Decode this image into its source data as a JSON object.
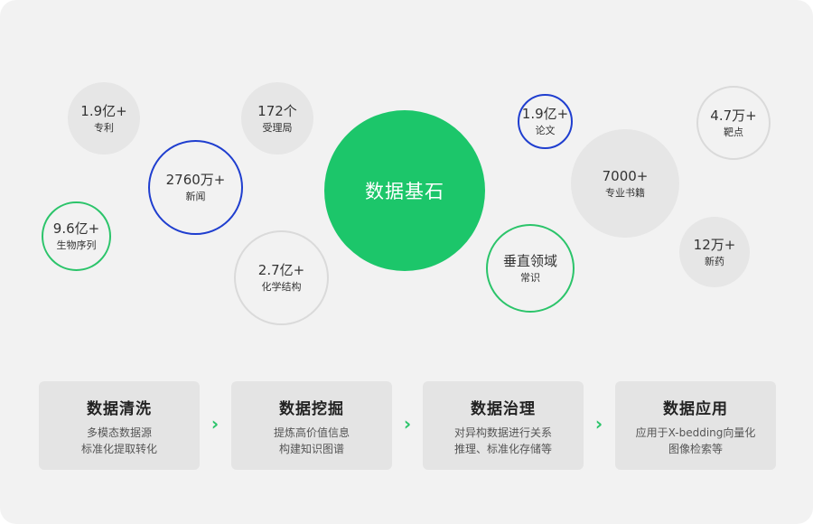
{
  "colors": {
    "green": "#1cc66a",
    "blue": "#1f3ecf",
    "panel": "#f2f2f2",
    "card": "#e4e4e4"
  },
  "core": {
    "label": "数据基石"
  },
  "bubbles": [
    {
      "id": "patent",
      "value": "1.9亿+",
      "label": "专利"
    },
    {
      "id": "accept",
      "value": "172个",
      "label": "受理局"
    },
    {
      "id": "news",
      "value": "2760万+",
      "label": "新闻"
    },
    {
      "id": "bioseq",
      "value": "9.6亿+",
      "label": "生物序列"
    },
    {
      "id": "chem",
      "value": "2.7亿+",
      "label": "化学结构"
    },
    {
      "id": "paper",
      "value": "1.9亿+",
      "label": "论文"
    },
    {
      "id": "target",
      "value": "4.7万+",
      "label": "靶点"
    },
    {
      "id": "books",
      "value": "7000+",
      "label": "专业书籍"
    },
    {
      "id": "drug",
      "value": "12万+",
      "label": "新药"
    },
    {
      "id": "vertical",
      "value": "垂直领域",
      "label": "常识"
    }
  ],
  "cards": [
    {
      "title": "数据清洗",
      "desc_line1": "多模态数据源",
      "desc_line2": "标准化提取转化"
    },
    {
      "title": "数据挖掘",
      "desc_line1": "提炼高价值信息",
      "desc_line2": "构建知识图谱"
    },
    {
      "title": "数据治理",
      "desc_line1": "对异构数据进行关系",
      "desc_line2": "推理、标准化存储等"
    },
    {
      "title": "数据应用",
      "desc_line1": "应用于X-bedding向量化",
      "desc_line2": "图像检索等"
    }
  ],
  "arrow_glyph": "›"
}
